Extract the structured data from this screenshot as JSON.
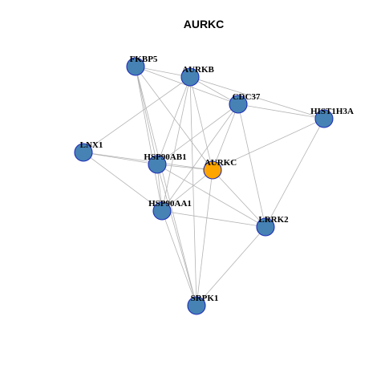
{
  "title": "AURKC",
  "colors": {
    "node_default": "#4682b4",
    "node_highlight": "#ffa500",
    "node_border": "#1f2fb8",
    "edge": "#b4b4b4"
  },
  "nodes": [
    {
      "id": "FKBP5",
      "label": "FKBP5",
      "highlight": false
    },
    {
      "id": "AURKB",
      "label": "AURKB",
      "highlight": false
    },
    {
      "id": "CDC37",
      "label": "CDC37",
      "highlight": false
    },
    {
      "id": "HIST1H3A",
      "label": "HIST1H3A",
      "highlight": false
    },
    {
      "id": "LNX1",
      "label": "LNX1",
      "highlight": false
    },
    {
      "id": "HSP90AB1",
      "label": "HSP90AB1",
      "highlight": false
    },
    {
      "id": "AURKC",
      "label": "AURKC",
      "highlight": true
    },
    {
      "id": "HSP90AA1",
      "label": "HSP90AA1",
      "highlight": false
    },
    {
      "id": "LRRK2",
      "label": "LRRK2",
      "highlight": false
    },
    {
      "id": "SRPK1",
      "label": "SRPK1",
      "highlight": false
    }
  ],
  "edges": [
    [
      "FKBP5",
      "AURKB"
    ],
    [
      "FKBP5",
      "CDC37"
    ],
    [
      "FKBP5",
      "HSP90AB1"
    ],
    [
      "FKBP5",
      "HSP90AA1"
    ],
    [
      "FKBP5",
      "AURKC"
    ],
    [
      "FKBP5",
      "SRPK1"
    ],
    [
      "AURKB",
      "CDC37"
    ],
    [
      "AURKB",
      "HIST1H3A"
    ],
    [
      "AURKB",
      "LNX1"
    ],
    [
      "AURKB",
      "HSP90AB1"
    ],
    [
      "AURKB",
      "HSP90AA1"
    ],
    [
      "AURKB",
      "AURKC"
    ],
    [
      "AURKB",
      "SRPK1"
    ],
    [
      "CDC37",
      "HSP90AB1"
    ],
    [
      "CDC37",
      "HSP90AA1"
    ],
    [
      "CDC37",
      "AURKC"
    ],
    [
      "CDC37",
      "LRRK2"
    ],
    [
      "CDC37",
      "HIST1H3A"
    ],
    [
      "HIST1H3A",
      "AURKC"
    ],
    [
      "HIST1H3A",
      "LRRK2"
    ],
    [
      "LNX1",
      "HSP90AB1"
    ],
    [
      "LNX1",
      "AURKC"
    ],
    [
      "LNX1",
      "HSP90AA1"
    ],
    [
      "HSP90AB1",
      "AURKC"
    ],
    [
      "HSP90AB1",
      "HSP90AA1"
    ],
    [
      "HSP90AB1",
      "LRRK2"
    ],
    [
      "HSP90AB1",
      "SRPK1"
    ],
    [
      "AURKC",
      "HSP90AA1"
    ],
    [
      "AURKC",
      "LRRK2"
    ],
    [
      "AURKC",
      "SRPK1"
    ],
    [
      "HSP90AA1",
      "LRRK2"
    ],
    [
      "HSP90AA1",
      "SRPK1"
    ],
    [
      "LRRK2",
      "SRPK1"
    ]
  ]
}
